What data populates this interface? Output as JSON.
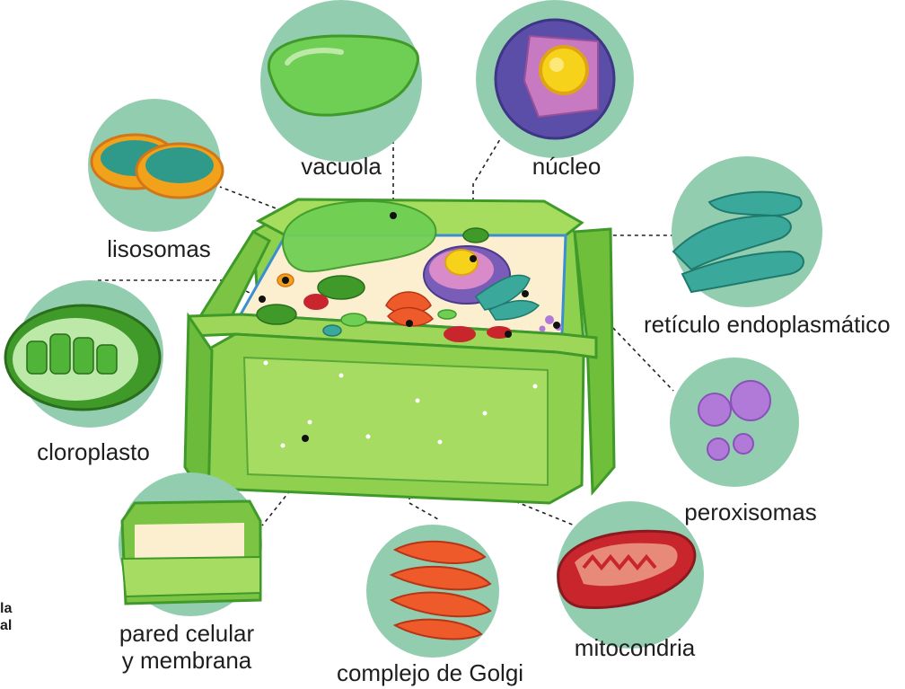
{
  "labels": {
    "vacuola": "vacuola",
    "nucleo": "núcleo",
    "lisosomas": "lisosomas",
    "reticulo": "retículo endoplasmático",
    "cloroplasto": "cloroplasto",
    "peroxisomas": "peroxisomas",
    "pared_line1": "pared celular",
    "pared_line2": "y membrana",
    "golgi": "complejo de Golgi",
    "mitocondria": "mitocondria"
  },
  "side_text": {
    "line1": "la",
    "line2": "al"
  },
  "colors": {
    "circle_bg": "#93cdb0",
    "wall_green": "#6fbf3a",
    "wall_dark": "#3f9a2a",
    "cytoplasm": "#fbefd0",
    "nucleus_purple": "#7a5db8",
    "mito_red": "#c9252c",
    "golgi_orange": "#ee5a2a",
    "er_teal": "#3aa89a",
    "perox_violet": "#b27ad8"
  }
}
